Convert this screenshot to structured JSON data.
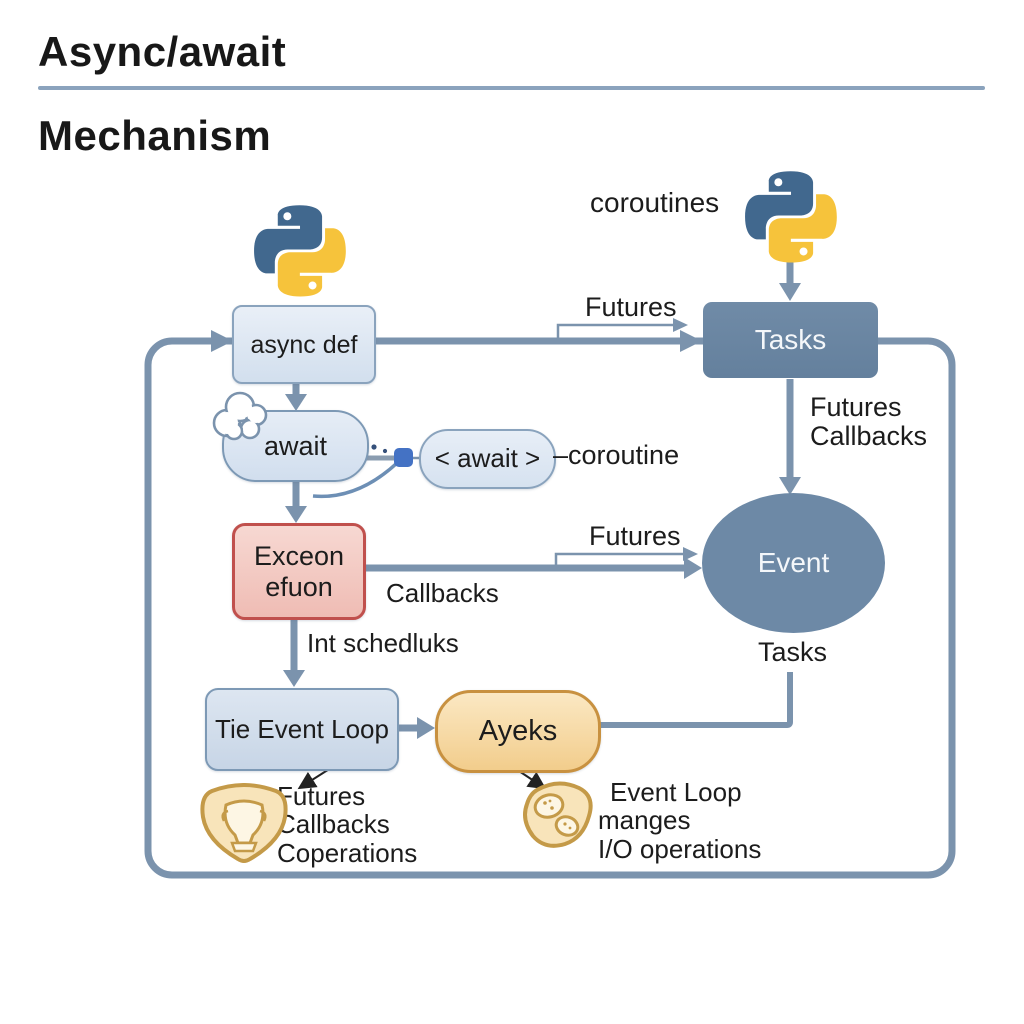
{
  "title": {
    "line1": "Async/await",
    "line2": "Mechanism"
  },
  "nodes": {
    "async_def": {
      "label": "async def"
    },
    "await_block": {
      "label": "await"
    },
    "await_expr": {
      "label": "< await >"
    },
    "exceon": {
      "line1": "Exceon",
      "line2": "efuon"
    },
    "tasks": {
      "label": "Tasks"
    },
    "event": {
      "label": "Event"
    },
    "tie_event_loop": {
      "label": "Tie Event Loop"
    },
    "ayeks": {
      "label": "Ayeks"
    }
  },
  "labels": {
    "coroutines": "coroutines",
    "futures_top": "Futures",
    "tasks_to_event": {
      "line1": "Futures",
      "line2": "Callbacks"
    },
    "coroutine_annotation": "–coroutine",
    "futures_mid": "Futures",
    "callbacks_mid": "Callbacks",
    "int_scheduks": "Int schedluks",
    "tasks_bottom": "Tasks",
    "loop_note": [
      "Futures",
      "Callbacks",
      "Coperations"
    ],
    "io_note": [
      "Event Loop",
      "manges",
      "I/O operations"
    ]
  },
  "icons": {
    "python_logo": "python-logo",
    "cloud": "thought-cloud",
    "badge": "trophy-badge",
    "io_blob": "io-cells-blob",
    "connector_dot": "blue-connector-dot"
  },
  "colors": {
    "arrow": "#7b93ad",
    "loop_border": "#7b93ad",
    "rule": "#8ba3bd",
    "dark_node": "#6d89a6",
    "light_node_fill": "#dce6f2",
    "light_node_border": "#8aa3bd",
    "red_fill": "#f3cdc7",
    "red_border": "#c0504d",
    "orange_fill": "#f7dca6",
    "orange_border": "#c89140",
    "python_blue": "#366994",
    "python_yellow": "#ffc331",
    "connector_dot": "#4472c4",
    "text": "#1c1c1c",
    "node_text_light": "#f4f7fa"
  }
}
